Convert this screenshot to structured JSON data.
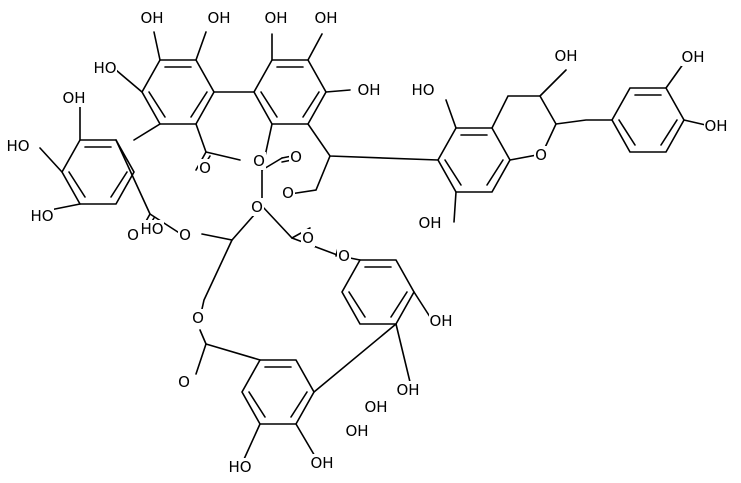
{
  "diagram": {
    "atoms": [
      {
        "id": "oh1",
        "text": "OH"
      },
      {
        "id": "oh2",
        "text": "OH"
      },
      {
        "id": "oh3",
        "text": "OH"
      },
      {
        "id": "oh4",
        "text": "OH"
      },
      {
        "id": "oh5",
        "text": "HO"
      },
      {
        "id": "oh6",
        "text": "OH"
      },
      {
        "id": "oh7",
        "text": "HO"
      },
      {
        "id": "oh8",
        "text": "HO"
      },
      {
        "id": "oh9",
        "text": "HO"
      },
      {
        "id": "oh10",
        "text": "OH"
      },
      {
        "id": "oh11",
        "text": "HO"
      },
      {
        "id": "oh12",
        "text": "OH"
      },
      {
        "id": "oh13",
        "text": "OH"
      },
      {
        "id": "oh14",
        "text": "OH"
      },
      {
        "id": "oh15",
        "text": "OH"
      },
      {
        "id": "oh16",
        "text": "OH"
      },
      {
        "id": "oh17",
        "text": "OH"
      },
      {
        "id": "oh18",
        "text": "OH"
      },
      {
        "id": "oh19",
        "text": "OH"
      },
      {
        "id": "oh20",
        "text": "HO"
      },
      {
        "id": "oh21",
        "text": "OH"
      },
      {
        "id": "o1",
        "text": "O"
      },
      {
        "id": "o2",
        "text": "O"
      },
      {
        "id": "o3",
        "text": "O"
      },
      {
        "id": "o4",
        "text": "O"
      },
      {
        "id": "o5",
        "text": "O"
      },
      {
        "id": "o6",
        "text": "O"
      },
      {
        "id": "o7",
        "text": "O"
      },
      {
        "id": "o8",
        "text": "O"
      },
      {
        "id": "o9",
        "text": "O"
      },
      {
        "id": "o10",
        "text": "O"
      },
      {
        "id": "o11",
        "text": "O"
      },
      {
        "id": "o12",
        "text": "O"
      }
    ]
  }
}
